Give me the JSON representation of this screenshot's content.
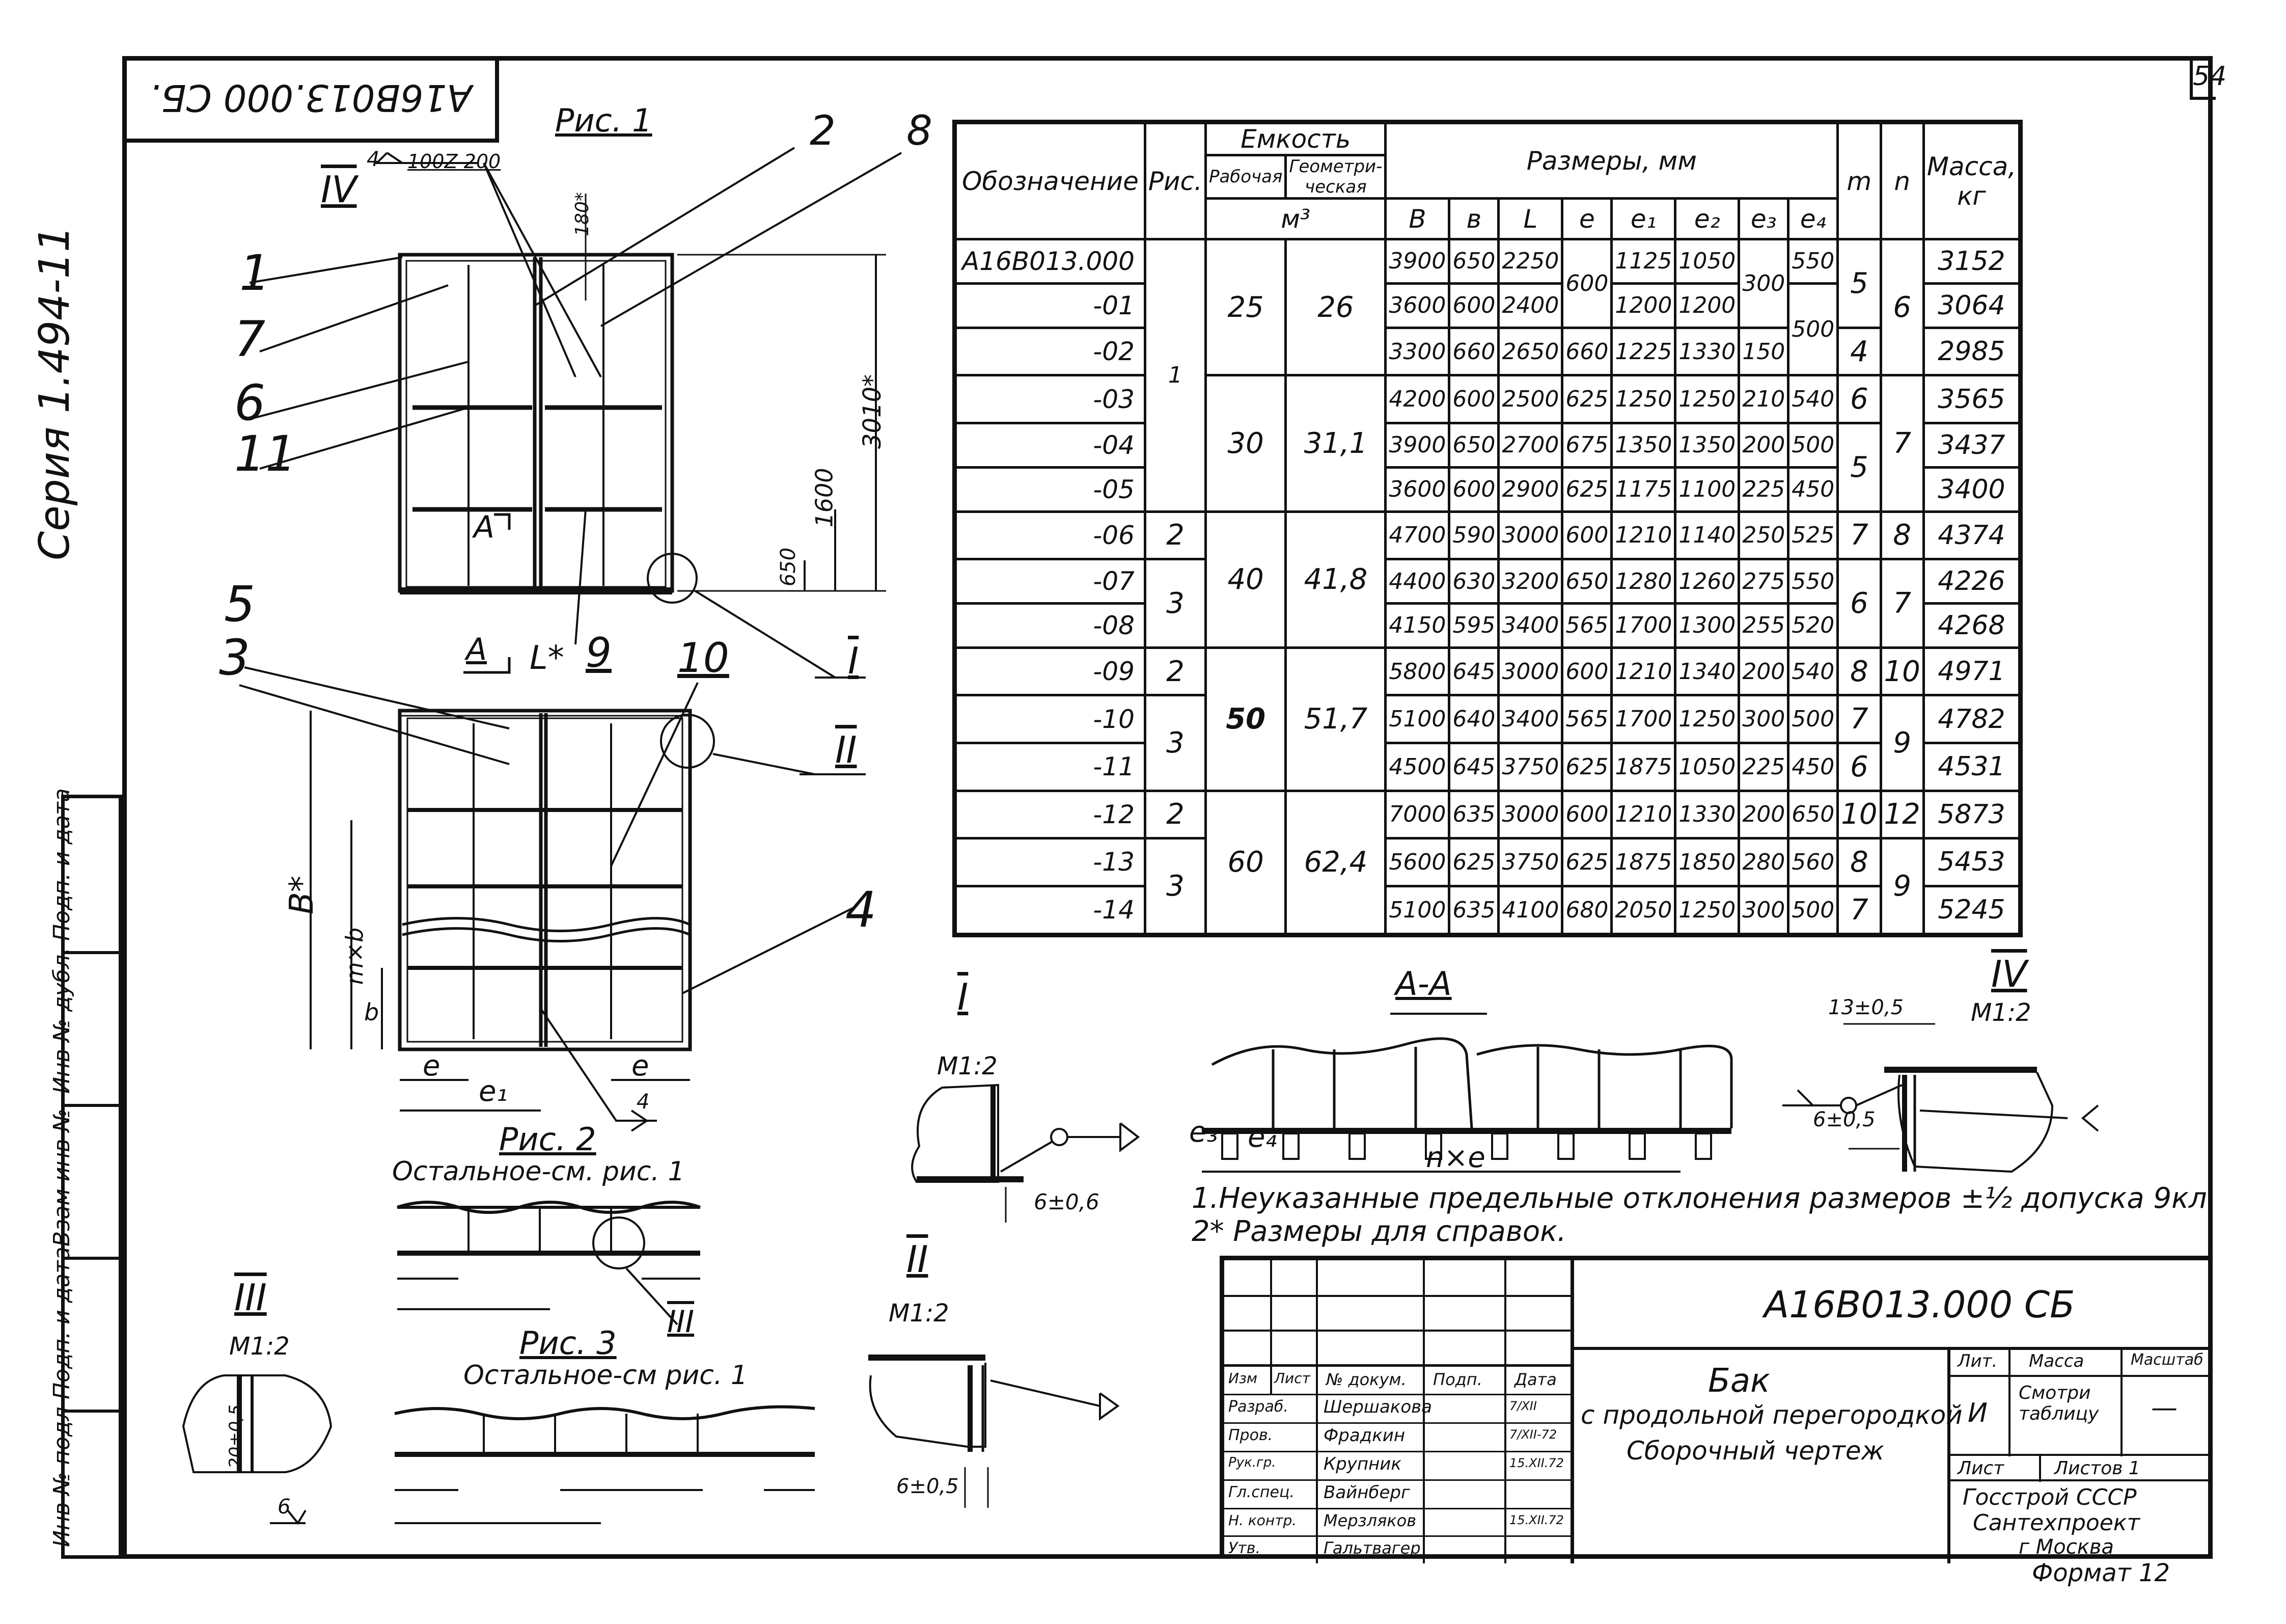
{
  "stamp": "А16В013.000 СБ.",
  "page_number": "54",
  "series": "Серия  1.494-11",
  "sidebar": [
    "Подп. и дата",
    "Инв № дубл.",
    "Взам инв №",
    "Подп. и дата",
    "Инв № подл"
  ],
  "figures": {
    "fig1_title": "Рис. 1",
    "fig2_title": "Рис. 2",
    "fig2_sub": "Остальное-см. рис. 1",
    "fig3_title": "Рис. 3",
    "fig3_sub": "Остальное-см рис. 1",
    "section_aa": "А-А"
  },
  "callouts": {
    "c1": "1",
    "c2": "2",
    "c3": "3",
    "c4": "4",
    "c5": "5",
    "c6": "6",
    "c7": "7",
    "c8": "8",
    "c9": "9",
    "c10": "10",
    "c11": "11",
    "roman1": "IV",
    "arrowA": "A",
    "arrowA2": "A",
    "ringI": "I",
    "ringII": "II",
    "ringIII": "III"
  },
  "dimensions": {
    "weld_top": "4",
    "weld_top_spec": "100Z 200",
    "d180": "180*",
    "d3010": "3010*",
    "d1600": "1600",
    "d650": "650",
    "dL": "L*",
    "dB": "B*",
    "dmxb": "m×b",
    "db": "b",
    "de": "e",
    "de1": "e₁",
    "de_2": "e",
    "weld4": "4",
    "e3": "e₃",
    "e4": "e₄",
    "nxe": "n×e",
    "d13": "13±0,5",
    "d6_05": "6±0,5",
    "d6_06": "6±0,6",
    "d20": "20±0,5",
    "d6": "6",
    "d6_15": "6±0,5"
  },
  "details": {
    "I_title": "I",
    "I_scale": "М1:2",
    "II_title": "II",
    "II_scale": "М1:2",
    "III_title": "III",
    "III_scale": "М1:2",
    "IV_title": "IV",
    "IV_scale": "М1:2"
  },
  "notes": [
    "1.Неуказанные предельные отклонения размеров ±½ допуска 9кл.",
    "2* Размеры для справок."
  ],
  "table": {
    "headers": {
      "designation": "Обозначение",
      "fig": "Рис.",
      "capacity": "Емкость",
      "working": "Рабочая",
      "geometric": "Геометри-ческая",
      "unit": "м³",
      "dims": "Размеры, мм",
      "B": "В",
      "b": "в",
      "L": "L",
      "e": "e",
      "e1": "e₁",
      "e2": "e₂",
      "e3": "e₃",
      "e4": "e₄",
      "m": "m",
      "n": "n",
      "mass": "Масса, кг"
    },
    "rows": [
      {
        "des": "А16В013.000",
        "B": "3900",
        "b": "650",
        "L": "2250",
        "e1": "1125",
        "e2": "1050",
        "e4": "550",
        "mass": "3152"
      },
      {
        "des": "-01",
        "B": "3600",
        "b": "600",
        "L": "2400",
        "e1": "1200",
        "e2": "1200",
        "mass": "3064"
      },
      {
        "des": "-02",
        "B": "3300",
        "b": "660",
        "L": "2650",
        "e": "660",
        "e1": "1225",
        "e2": "1330",
        "e3": "150",
        "mass": "2985"
      },
      {
        "des": "-03",
        "B": "4200",
        "b": "600",
        "L": "2500",
        "e": "625",
        "e1": "1250",
        "e2": "1250",
        "e3": "210",
        "e4": "540",
        "m": "6",
        "mass": "3565"
      },
      {
        "des": "-04",
        "B": "3900",
        "b": "650",
        "L": "2700",
        "e": "675",
        "e1": "1350",
        "e2": "1350",
        "e3": "200",
        "e4": "500",
        "mass": "3437"
      },
      {
        "des": "-05",
        "B": "3600",
        "b": "600",
        "L": "2900",
        "e": "625",
        "e1": "1175",
        "e2": "1100",
        "e3": "225",
        "e4": "450",
        "mass": "3400"
      },
      {
        "des": "-06",
        "fig": "2",
        "B": "4700",
        "b": "590",
        "L": "3000",
        "e": "600",
        "e1": "1210",
        "e2": "1140",
        "e3": "250",
        "e4": "525",
        "m": "7",
        "n": "8",
        "mass": "4374"
      },
      {
        "des": "-07",
        "B": "4400",
        "b": "630",
        "L": "3200",
        "e": "650",
        "e1": "1280",
        "e2": "1260",
        "e3": "275",
        "e4": "550",
        "mass": "4226"
      },
      {
        "des": "-08",
        "fig": "3",
        "B": "4150",
        "b": "595",
        "L": "3400",
        "e": "565",
        "e1": "1700",
        "e2": "1300",
        "e3": "255",
        "e4": "520",
        "mass": "4268"
      },
      {
        "des": "-09",
        "fig": "2",
        "B": "5800",
        "b": "645",
        "L": "3000",
        "e": "600",
        "e1": "1210",
        "e2": "1340",
        "e3": "200",
        "e4": "540",
        "m": "8",
        "n": "10",
        "mass": "4971"
      },
      {
        "des": "-10",
        "B": "5100",
        "b": "640",
        "L": "3400",
        "e": "565",
        "e1": "1700",
        "e2": "1250",
        "e3": "300",
        "e4": "500",
        "m": "7",
        "mass": "4782"
      },
      {
        "des": "-11",
        "B": "4500",
        "b": "645",
        "L": "3750",
        "e": "625",
        "e1": "1875",
        "e2": "1050",
        "e3": "225",
        "e4": "450",
        "m": "6",
        "mass": "4531"
      },
      {
        "des": "-12",
        "fig": "2",
        "B": "7000",
        "b": "635",
        "L": "3000",
        "e": "600",
        "e1": "1210",
        "e2": "1330",
        "e3": "200",
        "e4": "650",
        "m": "10",
        "n": "12",
        "mass": "5873"
      },
      {
        "des": "-13",
        "B": "5600",
        "b": "625",
        "L": "3750",
        "e": "625",
        "e1": "1875",
        "e2": "1850",
        "e3": "280",
        "e4": "560",
        "m": "8",
        "mass": "5453"
      },
      {
        "des": "-14",
        "B": "5100",
        "b": "635",
        "L": "4100",
        "e": "680",
        "e1": "2050",
        "e2": "1250",
        "e3": "300",
        "e4": "500",
        "m": "7",
        "mass": "5245"
      }
    ],
    "merged": {
      "fig_1": "1",
      "fig_3a": "3",
      "fig_3b": "3",
      "e_600": "600",
      "e3_300": "300",
      "e4_500": "500",
      "m_5a": "5",
      "m_4": "4",
      "m_5b": "5",
      "m_6": "6",
      "n_6": "6",
      "n_7a": "7",
      "n_7b": "7",
      "n_9a": "9",
      "n_9b": "9",
      "cap_25": "25",
      "geo_26": "26",
      "cap_30": "30",
      "geo_311": "31,1",
      "cap_40": "40",
      "geo_418": "41,8",
      "cap_50": "50",
      "geo_517": "51,7",
      "cap_60": "60",
      "geo_624": "62,4"
    }
  },
  "title_block": {
    "code": "А16В013.000 СБ",
    "name_1": "Бак",
    "name_2": "с продольной перегородкой",
    "name_3": "Сборочный чертеж",
    "lit_hdr": "Лит.",
    "mass_hdr": "Масса",
    "scale_hdr": "Масштаб",
    "lit": "И",
    "mass": "Смотри таблицу",
    "scale": "—",
    "sheet": "Лист",
    "sheets": "Листов  1",
    "org_1": "Госстрой СССР",
    "org_2": "Сантехпроект",
    "org_3": "г Москва",
    "format": "Формат  12",
    "cols": [
      "Изм",
      "Лист",
      "№ докум.",
      "Подп.",
      "Дата"
    ],
    "roles": [
      {
        "role": "Разраб.",
        "name": "Шершакова",
        "sign": "",
        "date": "7/XII"
      },
      {
        "role": "Пров.",
        "name": "Фрадкин",
        "sign": "",
        "date": "7/XII-72"
      },
      {
        "role": "Рук.гр.",
        "name": "Крупник",
        "sign": "",
        "date": "15.XII.72"
      },
      {
        "role": "Гл.спец.",
        "name": "Вайнберг",
        "sign": "",
        "date": ""
      },
      {
        "role": "Н. контр.",
        "name": "Мерзляков",
        "sign": "",
        "date": "15.XII.72"
      },
      {
        "role": "Утв.",
        "name": "Гальтвагер",
        "sign": "",
        "date": ""
      }
    ]
  }
}
